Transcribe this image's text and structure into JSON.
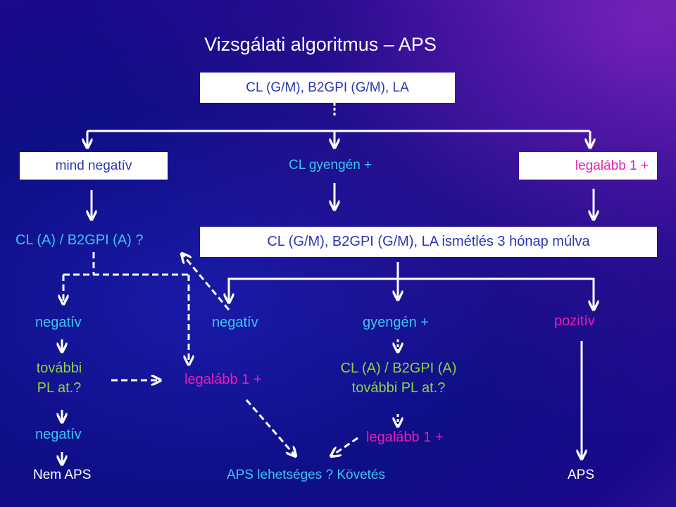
{
  "title": "Vizsgálati algoritmus – APS",
  "top_box": "CL (G/M), B2GPI (G/M), LA",
  "row1": {
    "left_box": "mind negatív",
    "middle_text": "CL gyengén +",
    "right_box": "legalább 1 +"
  },
  "row2": {
    "left_text": "CL (A) / B2GPI (A) ?",
    "right_box": "CL (G/M), B2GPI (G/M), LA ismétlés 3 hónap múlva"
  },
  "row3": {
    "negativ_left": "negatív",
    "negativ_mid": "negatív",
    "gyengen": "gyengén +",
    "pozitiv": "pozitív"
  },
  "row4": {
    "tovabbi_line1": "további",
    "tovabbi_line2": "PL at.?",
    "legalabb_mid": "legalább 1 +",
    "cla_line1": "CL (A) / B2GPI (A)",
    "cla_line2": "további PL at.?"
  },
  "row5": {
    "negativ_left": "negatív",
    "legalabb_right": "legalább 1 +"
  },
  "row6": {
    "nem_aps": "Nem APS",
    "aps_lehetseges": "APS lehetséges ? Követés",
    "aps": "APS"
  },
  "colors": {
    "title": "#ffffff",
    "box_text": "#2a36b8",
    "negativ": "#3ac6f0",
    "tovabbi": "#8ed63a",
    "positive": "#ee1cb0"
  }
}
